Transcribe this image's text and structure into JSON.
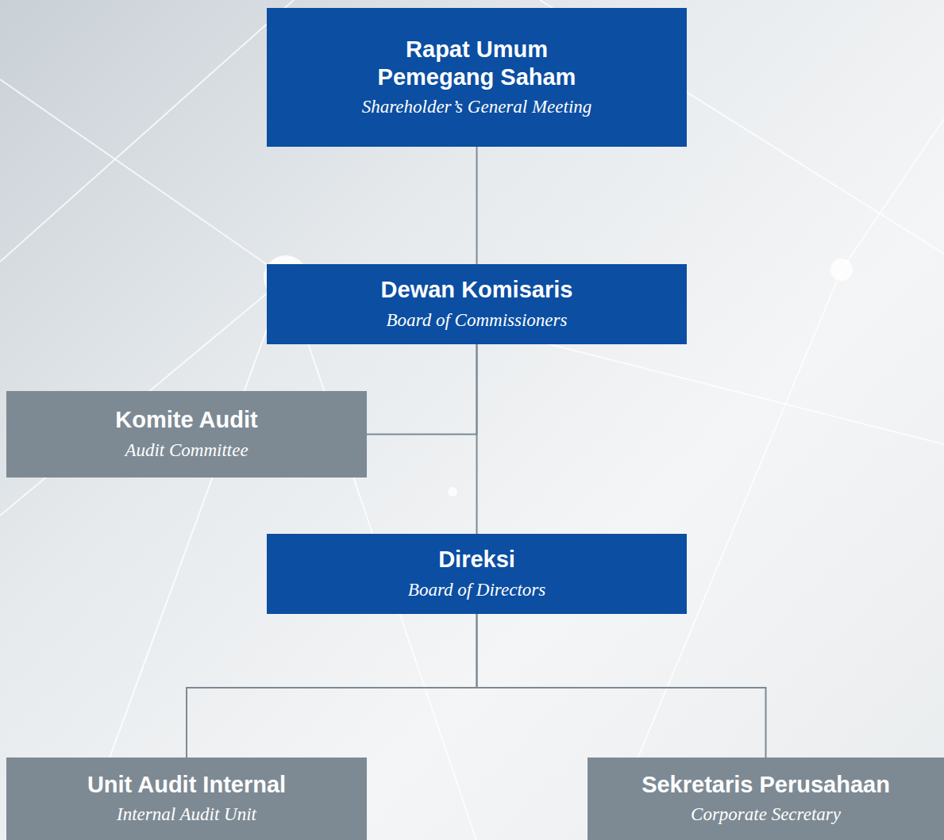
{
  "diagram": {
    "nodes": [
      {
        "text": [
          "Rapat Umum Pemegang Saham",
          "Shareholder’s General Meeting"
        ]
      },
      {
        "text": [
          "Dewan Komisaris",
          "Board of Commissioners"
        ]
      },
      {
        "text": [
          "Komite Audit",
          "Audit Committee"
        ]
      },
      {
        "text": [
          "Direksi",
          "Board of Directors"
        ]
      },
      {
        "text": [
          "Unit Audit Internal",
          "Internal Audit Unit"
        ]
      },
      {
        "text": [
          "Sekretaris Perusahaan",
          "Corporate Secretary"
        ]
      }
    ],
    "edges": [
      {
        "from": 0,
        "to": 1,
        "arrow": "none"
      },
      {
        "from": 1,
        "to": 2,
        "arrow": "none"
      },
      {
        "from": 1,
        "to": 3,
        "arrow": "none"
      },
      {
        "from": 3,
        "to": 4,
        "arrow": "none"
      },
      {
        "from": 3,
        "to": 5,
        "arrow": "none"
      }
    ]
  }
}
